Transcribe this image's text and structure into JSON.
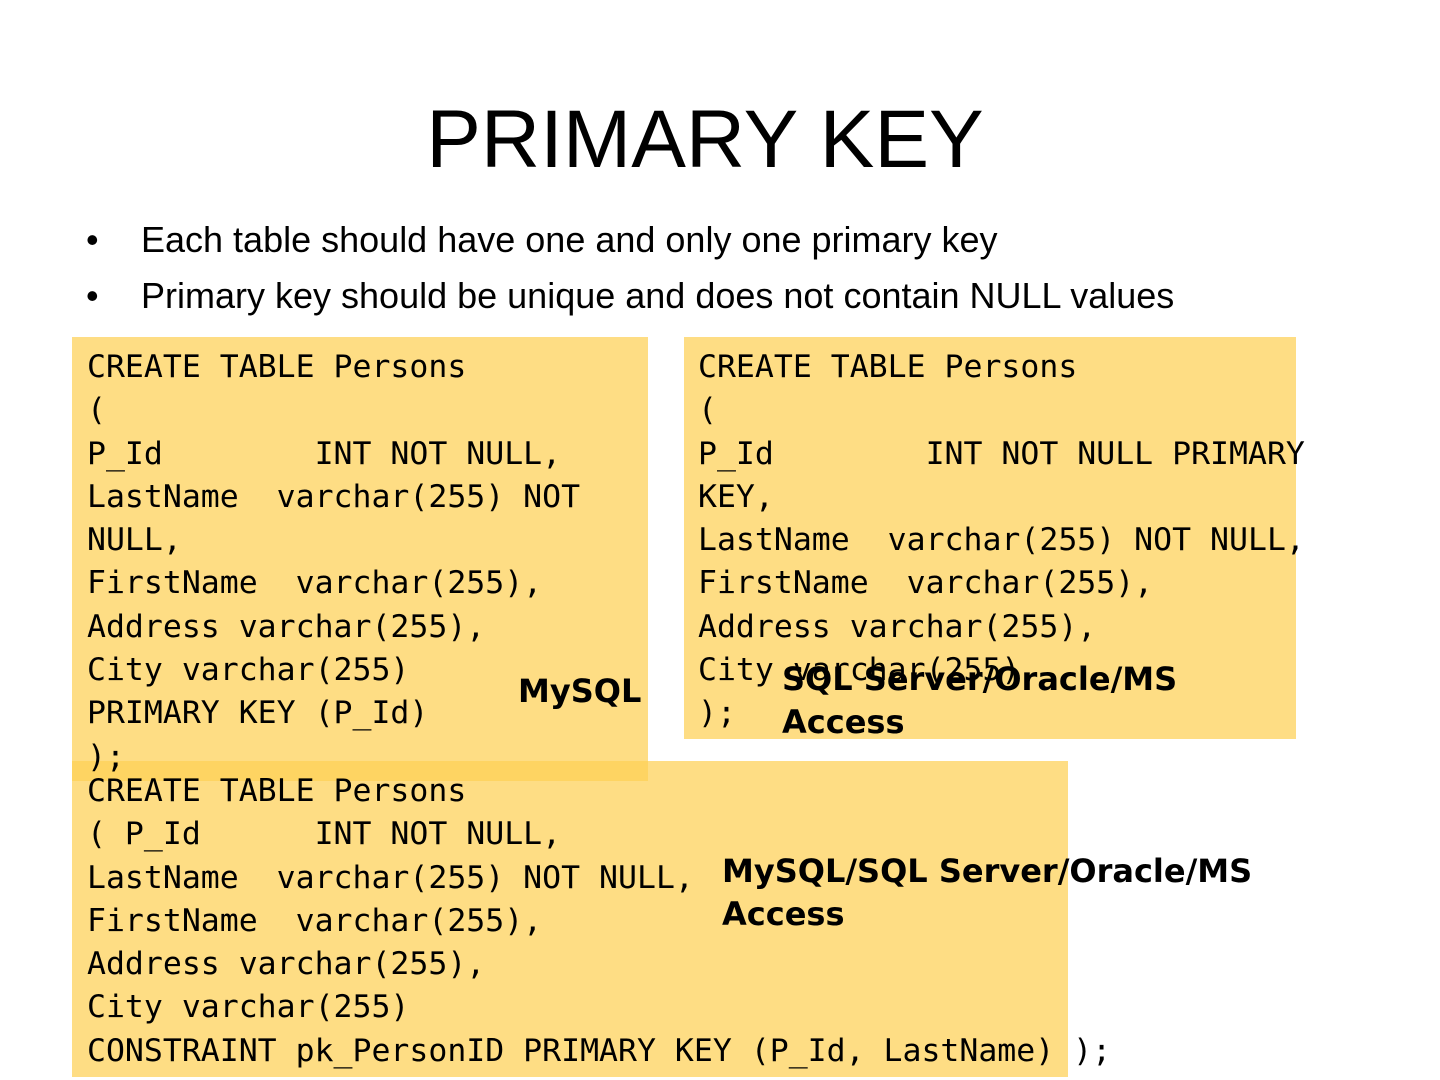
{
  "slide": {
    "title": "PRIMARY KEY",
    "bullets": [
      "Each table should have one and only one primary key",
      "Primary key should be unique and does not contain NULL values"
    ]
  },
  "boxes": {
    "mysql": {
      "code": "CREATE TABLE Persons\n(\nP_Id        INT NOT NULL,\nLastName  varchar(255) NOT\nNULL,\nFirstName  varchar(255),\nAddress varchar(255),\nCity varchar(255)\nPRIMARY KEY (P_Id)\n);",
      "label": "MySQL"
    },
    "sqlserver": {
      "code": "CREATE TABLE Persons\n(\nP_Id        INT NOT NULL PRIMARY\nKEY,\nLastName  varchar(255) NOT NULL,\nFirstName  varchar(255),\nAddress varchar(255),\nCity varchar(255)\n);",
      "label": "SQL Server/Oracle/MS\nAccess"
    },
    "constraint": {
      "code": "CREATE TABLE Persons\n( P_Id      INT NOT NULL,\nLastName  varchar(255) NOT NULL,\nFirstName  varchar(255),\nAddress varchar(255),\nCity varchar(255)\nCONSTRAINT pk_PersonID PRIMARY KEY (P_Id, LastName) );",
      "label": "MySQL/SQL Server/Oracle/MS\nAccess"
    }
  }
}
